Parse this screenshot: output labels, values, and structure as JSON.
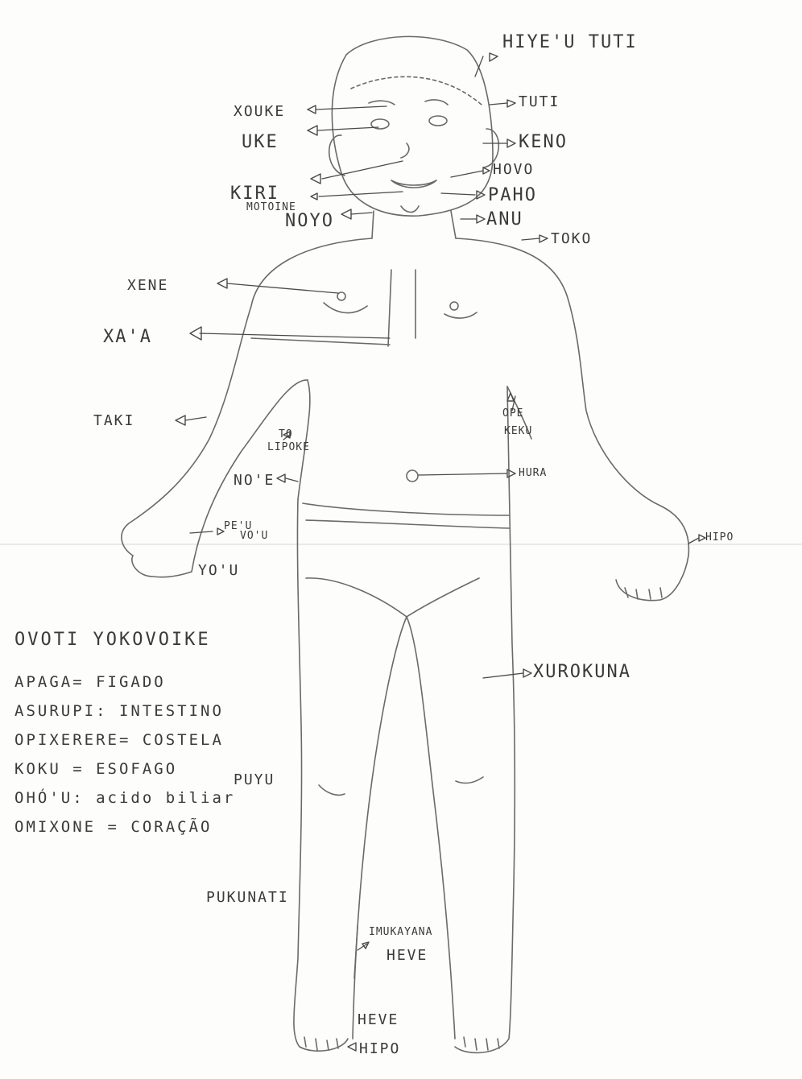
{
  "labels": {
    "hiyeu_tuti": "HIYE'U TUTI",
    "tuti": "TUTI",
    "keno": "KENO",
    "hovo": "HOVO",
    "paho": "PAHO",
    "anu": "ANU",
    "toko": "TOKO",
    "xouke": "XOUKE",
    "uke": "UKE",
    "kiri": "KIRI",
    "motoine": "MOTOINE",
    "noyo": "NOYO",
    "xene": "XENE",
    "xaia": "XA'A",
    "taki": "TAKI",
    "to_lipoke_1": "TO",
    "to_lipoke_2": "LIPOKE",
    "noe": "NO'E",
    "peu_vou_1": "PE'U",
    "peu_vou_2": "VO'U",
    "you": "YO'U",
    "ope_keku_1": "OPE",
    "ope_keku_2": "KEKU",
    "hura": "HURA",
    "hipo_hand": "HIPO",
    "xurokuna": "XUROKUNA",
    "puyu": "PUYU",
    "pukunati": "PUKUNATI",
    "imukayana": "IMUKAYANA",
    "heve_calf": "HEVE",
    "heve_foot": "HEVE",
    "hipo_foot": "HIPO"
  },
  "legend": {
    "title": "OVOTI YOKOVOIKE",
    "items": [
      "APAGA= FIGADO",
      "ASURUPI: INTESTINO",
      "OPIXERERE= COSTELA",
      "KOKU = ESOFAGO",
      "OHÓ'U: acido biliar",
      "OMIXONE = CORAÇÃO"
    ]
  },
  "colors": {
    "ink": "#3a3a3a",
    "pencil": "#6a6a6a",
    "paper": "#fdfdfb"
  }
}
